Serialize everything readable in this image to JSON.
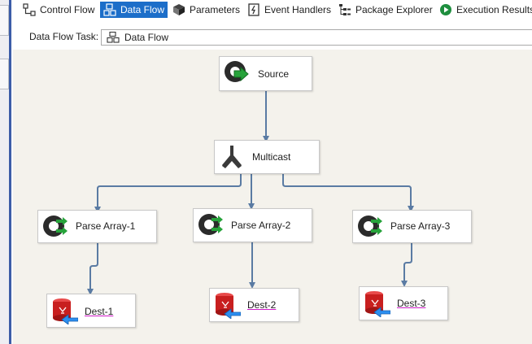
{
  "tabs": [
    {
      "label": "Control Flow",
      "icon": "control-flow-icon"
    },
    {
      "label": "Data Flow",
      "icon": "data-flow-icon",
      "active": true
    },
    {
      "label": "Parameters",
      "icon": "parameters-icon"
    },
    {
      "label": "Event Handlers",
      "icon": "event-handlers-icon"
    },
    {
      "label": "Package Explorer",
      "icon": "package-explorer-icon"
    },
    {
      "label": "Execution Results",
      "icon": "execution-results-icon"
    }
  ],
  "task": {
    "label": "Data Flow Task:",
    "value": "Data Flow"
  },
  "nodes": {
    "source": "Source",
    "multicast": "Multicast",
    "parse1": "Parse Array-1",
    "parse2": "Parse Array-2",
    "parse3": "Parse Array-3",
    "dest1": "Dest-1",
    "dest2": "Dest-2",
    "dest3": "Dest-3"
  },
  "colors": {
    "active_tab": "#1c6ec9",
    "connector": "#5a7ba3",
    "canvas": "#f4f2ec"
  }
}
